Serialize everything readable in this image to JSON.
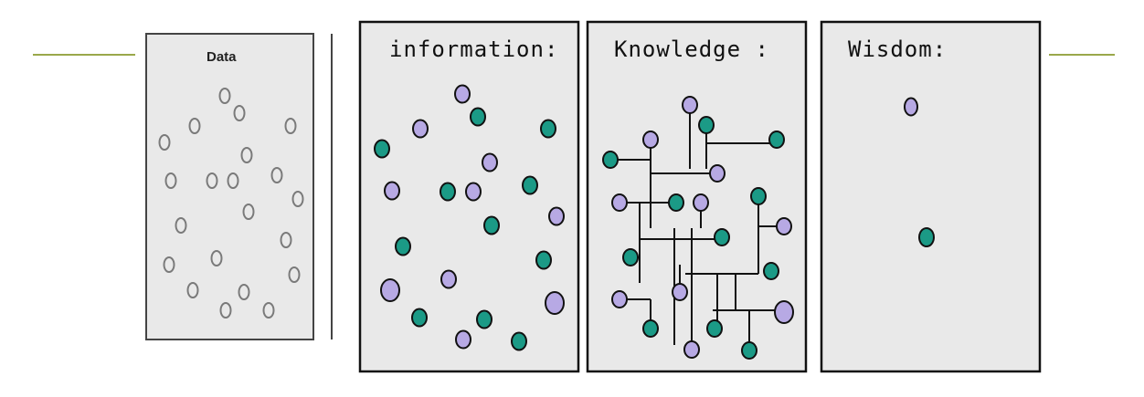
{
  "panels": {
    "data": {
      "title": "Data"
    },
    "information": {
      "title": "information:"
    },
    "knowledge": {
      "title": "Knowledge :"
    },
    "wisdom": {
      "title": "Wisdom:"
    }
  },
  "colors": {
    "background": "#ffffff",
    "panel_fill": "#e9e9e9",
    "stroke": "#111111",
    "accent_line": "#9aa84a",
    "dot_green": "#1b9a86",
    "dot_purple": "#b7a9e4",
    "dot_raw": "#7a7a7a"
  }
}
